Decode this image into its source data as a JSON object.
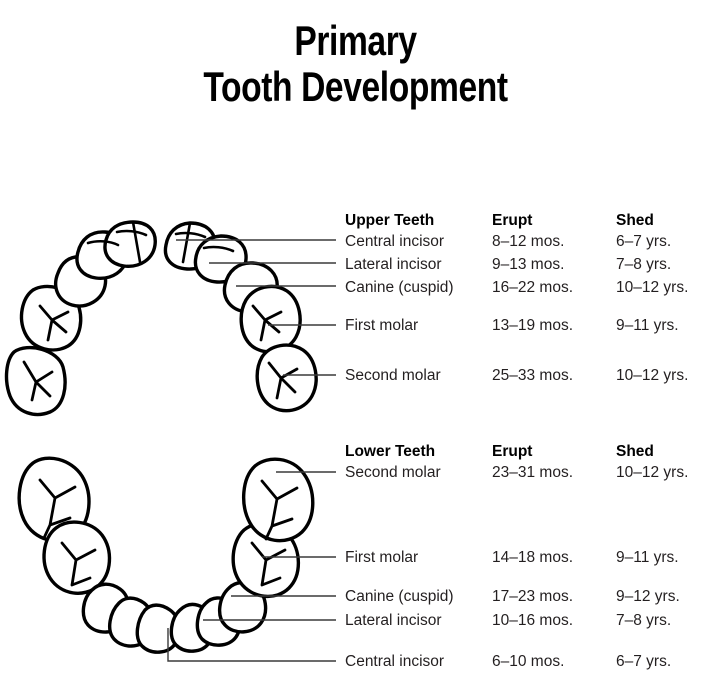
{
  "title": {
    "line1": "Primary",
    "line2": "Tooth Development"
  },
  "upper": {
    "header": {
      "name": "Upper Teeth",
      "erupt": "Erupt",
      "shed": "Shed"
    },
    "rows": [
      {
        "name": "Central incisor",
        "erupt": "8–12 mos.",
        "shed": "6–7 yrs."
      },
      {
        "name": "Lateral incisor",
        "erupt": "9–13 mos.",
        "shed": "7–8 yrs."
      },
      {
        "name": "Canine (cuspid)",
        "erupt": "16–22 mos.",
        "shed": "10–12 yrs."
      },
      {
        "name": "First molar",
        "erupt": "13–19 mos.",
        "shed": "9–11 yrs."
      },
      {
        "name": "Second molar",
        "erupt": "25–33 mos.",
        "shed": "10–12 yrs."
      }
    ]
  },
  "lower": {
    "header": {
      "name": "Lower Teeth",
      "erupt": "Erupt",
      "shed": "Shed"
    },
    "rows": [
      {
        "name": "Second molar",
        "erupt": "23–31 mos.",
        "shed": "10–12 yrs."
      },
      {
        "name": "First molar",
        "erupt": "14–18 mos.",
        "shed": "9–11 yrs."
      },
      {
        "name": "Canine (cuspid)",
        "erupt": "17–23 mos.",
        "shed": "9–12 yrs."
      },
      {
        "name": "Lateral incisor",
        "erupt": "10–16 mos.",
        "shed": "7–8 yrs."
      },
      {
        "name": "Central incisor",
        "erupt": "6–10 mos.",
        "shed": "6–7 yrs."
      }
    ]
  },
  "colors": {
    "ink": "#231f20",
    "outline": "#000000",
    "leader": "#3a3a3a",
    "background": "#ffffff"
  },
  "illustration": {
    "upper_arch_label": "upper dental arch, 10 primary teeth",
    "lower_arch_label": "lower dental arch, 10 primary teeth"
  }
}
